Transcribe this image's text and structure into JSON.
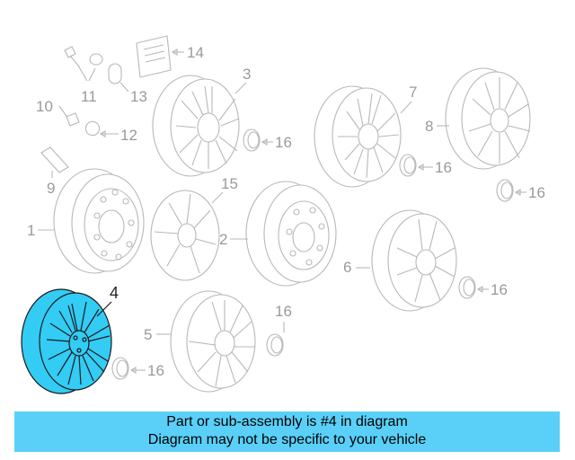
{
  "callouts": {
    "c1": "1",
    "c2": "2",
    "c3": "3",
    "c4": "4",
    "c5": "5",
    "c6": "6",
    "c7": "7",
    "c8": "8",
    "c9": "9",
    "c10": "10",
    "c11": "11",
    "c12": "12",
    "c13": "13",
    "c14": "14",
    "c15": "15",
    "c16a": "16",
    "c16b": "16",
    "c16c": "16",
    "c16d": "16",
    "c16e": "16",
    "c16f": "16"
  },
  "banner": {
    "line1": "Part or sub-assembly is #4 in diagram",
    "line2": "Diagram may not be specific to your vehicle"
  },
  "colors": {
    "highlight": "#33ccf5",
    "banner": "#5ad0f8",
    "linework": "#b8b8b8"
  }
}
